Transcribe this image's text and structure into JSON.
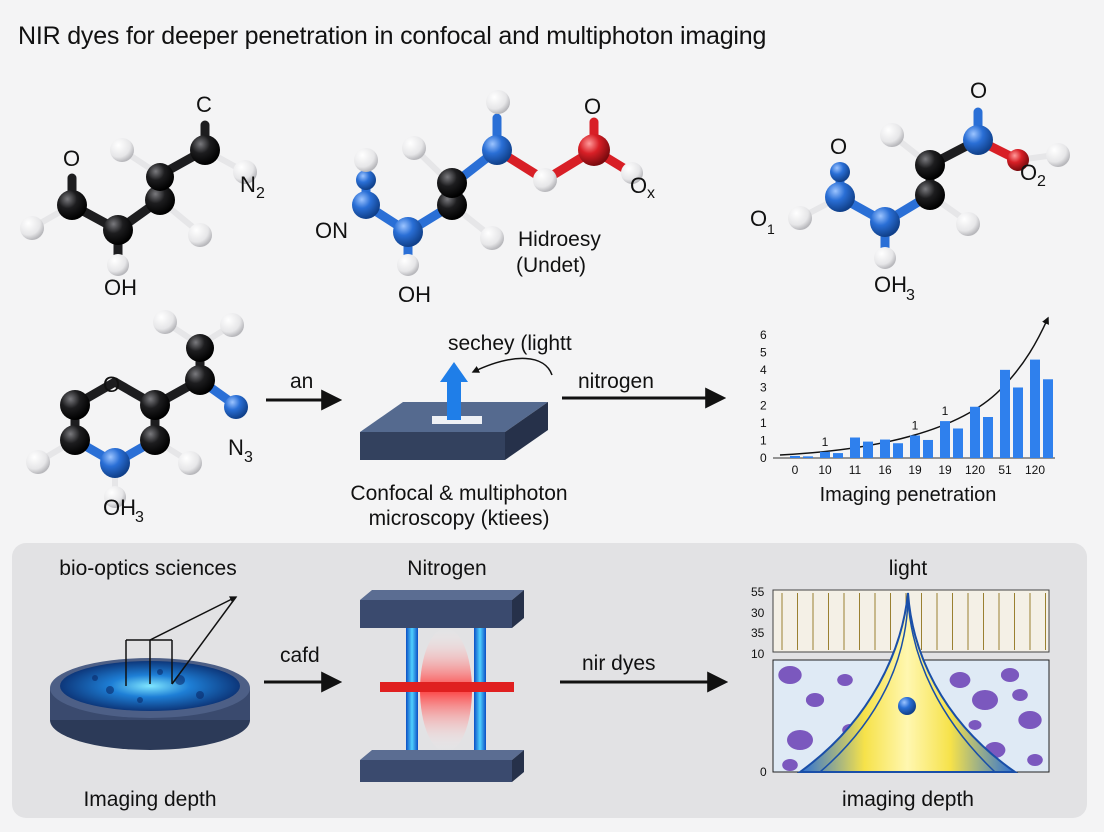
{
  "title": "NIR dyes for deeper penetration in confocal and multiphoton imaging",
  "molecules": {
    "m1": {
      "top": "C",
      "o": "O",
      "n2": "N",
      "n2_sub": "2",
      "oh": "OH"
    },
    "m2": {
      "on": "ON",
      "oh": "OH",
      "o": "O",
      "ox": "O",
      "ox_sub": "x",
      "label1": "Hidroesy",
      "label2": "(Undet)"
    },
    "m3": {
      "o1": "O",
      "o2": "O",
      "o3": "O",
      "o3_sub": "2",
      "o4": "O",
      "o4_sub": "1",
      "oh3": "OH",
      "oh3_sub": "3"
    },
    "m4": {
      "o": "O",
      "n3": "N",
      "n3_sub": "3",
      "oh3": "OH",
      "oh3_sub": "3"
    }
  },
  "flow": {
    "arrow1_label": "an",
    "light_label": "sechey (lightt",
    "arrow2_label": "nitrogen",
    "microscopy_line1": "Confocal & multiphoton",
    "microscopy_line2": "microscopy (ktiees)"
  },
  "chart_data": {
    "type": "bar",
    "categories": [
      "0",
      "10",
      "11",
      "16",
      "19",
      "19",
      "120",
      "51",
      "120"
    ],
    "values": [
      0.1,
      0.3,
      1.0,
      0.9,
      1.1,
      1.8,
      2.5,
      4.3,
      4.8
    ],
    "y_ticks": [
      "0",
      "1",
      "1",
      "2",
      "3",
      "4",
      "5",
      "6"
    ],
    "annotations": [
      "1",
      "1",
      "1"
    ],
    "xlabel": "Imaging penetration",
    "ylim": [
      0,
      6
    ],
    "bar_color": "#2f80ed"
  },
  "bottom": {
    "label_bio": "bio-optics sciences",
    "label_nitrogen": "Nitrogen",
    "label_light": "light",
    "arrow1_label": "cafd",
    "arrow2_label": "nir dyes",
    "label_depth_left": "Imaging depth",
    "label_depth_right": "imaging depth",
    "depth_ticks": [
      "55",
      "30",
      "35",
      "10",
      "0"
    ]
  },
  "colors": {
    "carbon": "#1d1d1f",
    "nitrogen": "#2a6fd6",
    "oxygen": "#d81f26",
    "hydrogen": "#f2f2f2",
    "slab": "#3a4a66",
    "arrow": "#111111"
  }
}
